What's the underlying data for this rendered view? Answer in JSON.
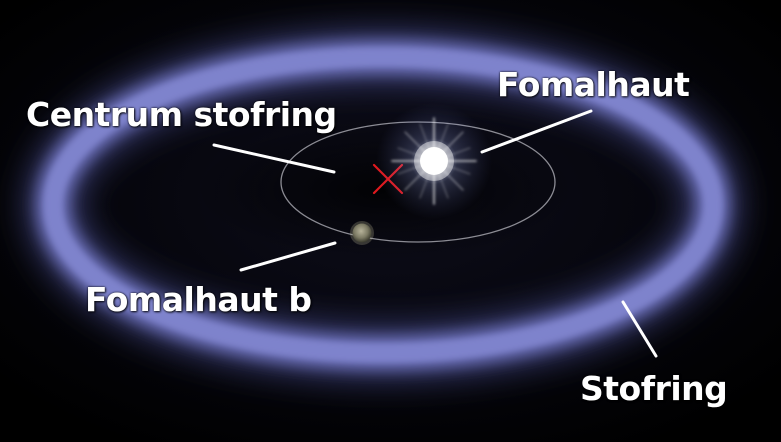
{
  "labels": {
    "centrum_stofring": "Centrum stofring",
    "fomalhaut": "Fomalhaut",
    "fomalhaut_b": "Fomalhaut b",
    "stofring": "Stofring"
  },
  "colors": {
    "background": "#000000",
    "dust_ring": "#8a8fd8",
    "orbit_line": "#b8b8c0",
    "center_marker": "#e0191e",
    "star": "#ffffff",
    "planet": "#8a8a78",
    "label_text": "#ffffff",
    "pointer_line": "#ffffff"
  }
}
